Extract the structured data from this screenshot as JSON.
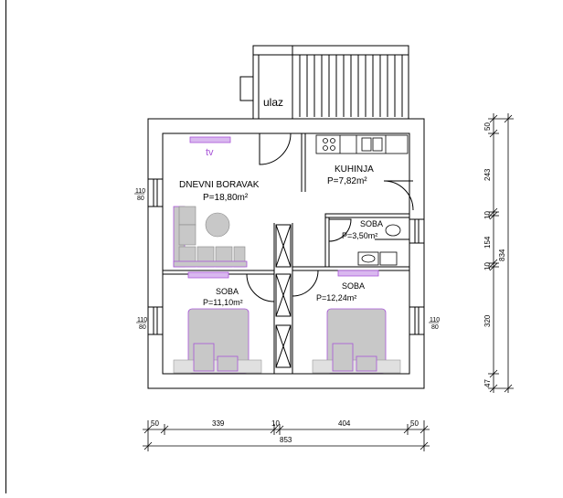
{
  "rooms": {
    "entrance": "ulaz",
    "living": {
      "name": "DNEVNI BORAVAK",
      "area": "P=18,80m²"
    },
    "tv": "tv",
    "kitchen": {
      "name": "KUHINJA",
      "area": "P=7,82m²"
    },
    "bath": {
      "name": "SOBA",
      "area": "P=3,50m²"
    },
    "bedroom1": {
      "name": "SOBA",
      "area": "P=11,10m²"
    },
    "bedroom2": {
      "name": "SOBA",
      "area": "P=12,24m²"
    }
  },
  "window_labels": {
    "left_upper": {
      "top": "110",
      "bottom": "80"
    },
    "left_lower": {
      "top": "110",
      "bottom": "80"
    },
    "right_lower": {
      "top": "110",
      "bottom": "80"
    }
  },
  "dimensions": {
    "horizontal": [
      "50",
      "339",
      "10",
      "404",
      "50"
    ],
    "horizontal_total": "853",
    "vertical": [
      "50",
      "243",
      "10",
      "154",
      "10",
      "320",
      "47"
    ],
    "vertical_total": "834"
  },
  "colors": {
    "wall": "#000000",
    "furniture_fill": "#c8c8c8",
    "accent": "#a855d8"
  }
}
